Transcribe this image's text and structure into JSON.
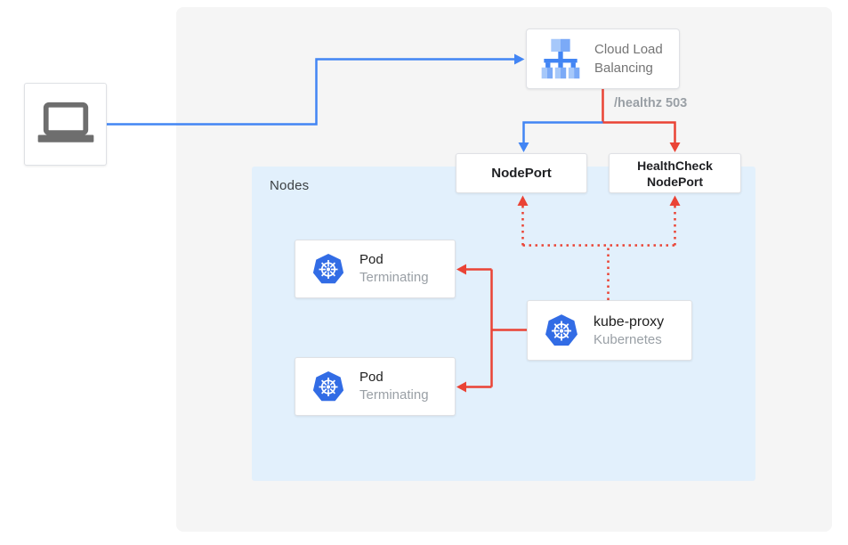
{
  "diagram": {
    "nodes_group": "Nodes",
    "cloud_lb": {
      "line1": "Cloud Load",
      "line2": "Balancing"
    },
    "health_label": "/healthz 503",
    "nodeport": "NodePort",
    "healthcheck": {
      "line1": "HealthCheck",
      "line2": "NodePort"
    },
    "pods": [
      {
        "title": "Pod",
        "status": "Terminating"
      },
      {
        "title": "Pod",
        "status": "Terminating"
      }
    ],
    "kube_proxy": {
      "title": "kube-proxy",
      "subtitle": "Kubernetes"
    }
  },
  "icons": {
    "client": "laptop-icon",
    "cloud_lb": "cloud-load-balancing-icon",
    "pods": "kubernetes-icon",
    "kube_proxy": "kubernetes-icon"
  },
  "colors": {
    "traffic_blue": "#4285F4",
    "error_red": "#EA4335",
    "panel_gray": "#F5F5F5",
    "nodes_background": "#E2F0FC",
    "kubernetes_blue": "#326CE5",
    "muted_text": "#9AA0A6",
    "title_text": "#212121"
  }
}
